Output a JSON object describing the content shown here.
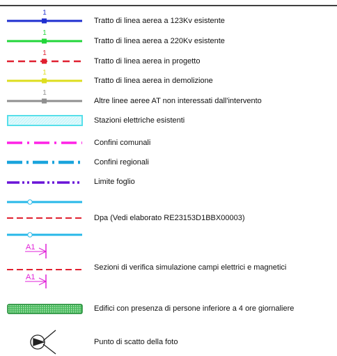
{
  "legend": {
    "items": [
      {
        "id": "line-123kv",
        "label": "Tratto di linea aerea a 123Kv esistente",
        "marker_text": "1",
        "color": "#1f2fd0"
      },
      {
        "id": "line-220kv",
        "label": "Tratto di linea aerea a 220Kv esistente",
        "marker_text": "1",
        "color": "#22d63a"
      },
      {
        "id": "line-progetto",
        "label": "Tratto di linea aerea in progetto",
        "marker_text": "1",
        "color": "#e02030"
      },
      {
        "id": "line-demolizione",
        "label": "Tratto di linea aerea in demolizione",
        "marker_text": "1",
        "color": "#dede1e"
      },
      {
        "id": "line-altre-at",
        "label": "Altre linee aeree AT non interessati dall'intervento",
        "marker_text": "1",
        "color": "#8f8f8f"
      },
      {
        "id": "stazioni",
        "label": "Stazioni elettriche esistenti",
        "color": "#66e6f0"
      },
      {
        "id": "confini-comunali",
        "label": "Confini comunali",
        "color": "#ff22e6"
      },
      {
        "id": "confini-regionali",
        "label": "Confini regionali",
        "color": "#1aa4dc"
      },
      {
        "id": "limite-foglio",
        "label": "Limite foglio",
        "color": "#6a14d8"
      },
      {
        "id": "dpa",
        "label": "Dpa (Vedi elaborato RE23153D1BBX00003)",
        "colors": [
          "#28b8e8",
          "#e02030"
        ]
      },
      {
        "id": "sezioni",
        "label": "Sezioni di verifica simulazione campi elettrici e magnetici",
        "marker_text": "A1",
        "color": "#e020d8"
      },
      {
        "id": "edifici",
        "label": "Edifici con presenza di persone inferiore a 4 ore giornaliere",
        "color": "#22a040"
      },
      {
        "id": "punto-scatto",
        "label": "Punto di scatto della foto",
        "color": "#222222"
      }
    ]
  }
}
